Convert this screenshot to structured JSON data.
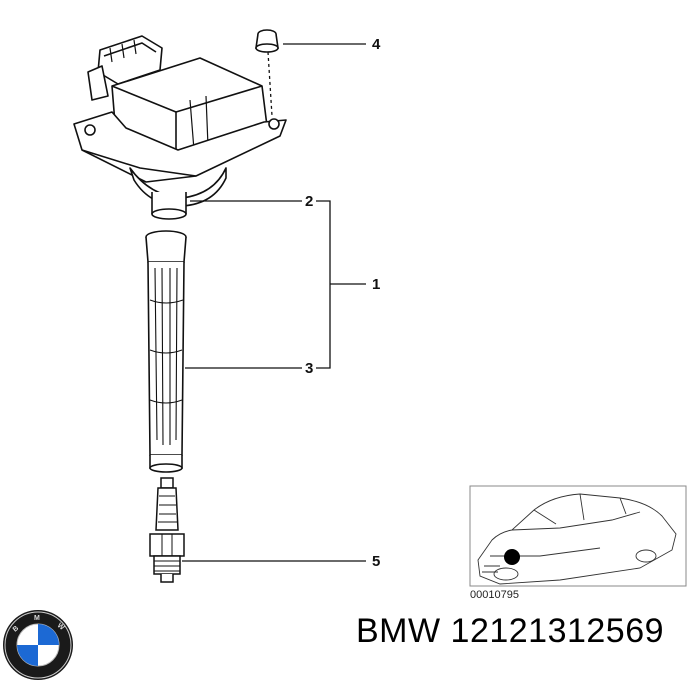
{
  "callouts": {
    "c1": "1",
    "c2": "2",
    "c3": "3",
    "c4": "4",
    "c5": "5"
  },
  "inset": {
    "code": "00010795"
  },
  "footer": {
    "title": "BMW 12121312569"
  },
  "colors": {
    "ink": "#111111",
    "bmw_blue": "#1c69d4",
    "logo_ring": "#111111"
  }
}
